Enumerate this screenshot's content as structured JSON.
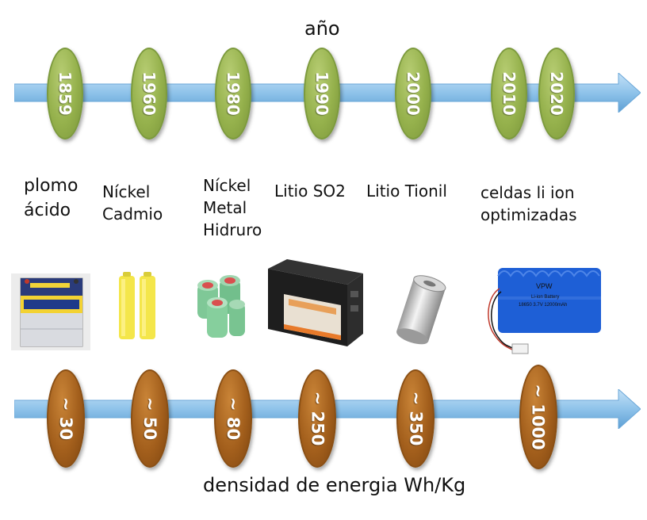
{
  "year_axis_title": "año",
  "years": [
    "1859",
    "1960",
    "1980",
    "1990",
    "2000",
    "2010",
    "2020"
  ],
  "technologies": [
    {
      "lines": [
        "plomo",
        "ácido"
      ]
    },
    {
      "lines": [
        "Níckel",
        "Cadmio"
      ]
    },
    {
      "lines": [
        "Níckel",
        "Metal",
        "Hidruro"
      ]
    },
    {
      "lines": [
        "Litio SO2"
      ]
    },
    {
      "lines": [
        "Litio Tionil"
      ]
    },
    {
      "lines": [
        "celdas li ion",
        "optimizadas"
      ]
    }
  ],
  "battery_images": [
    "car-battery",
    "aa-batteries",
    "nimh-cell-pack",
    "lithium-so2-battery-box",
    "lithium-thionyl-cell",
    "li-ion-battery-pack"
  ],
  "li_ion_pack_text": {
    "brand": "VPW",
    "type": "Li-ion Battery",
    "spec": "18650 3.7V 12000mAh"
  },
  "densities": [
    "~ 30",
    "~ 50",
    "~ 80",
    "~ 250",
    "~ 350",
    "~ 1000"
  ],
  "density_axis_title": "densidad de energia Wh/Kg",
  "colors": {
    "arrow": "#8fc3ea",
    "year_oval": "#95b14c",
    "density_oval": "#a35f1c",
    "li_ion_pack": "#1e5fd6"
  }
}
